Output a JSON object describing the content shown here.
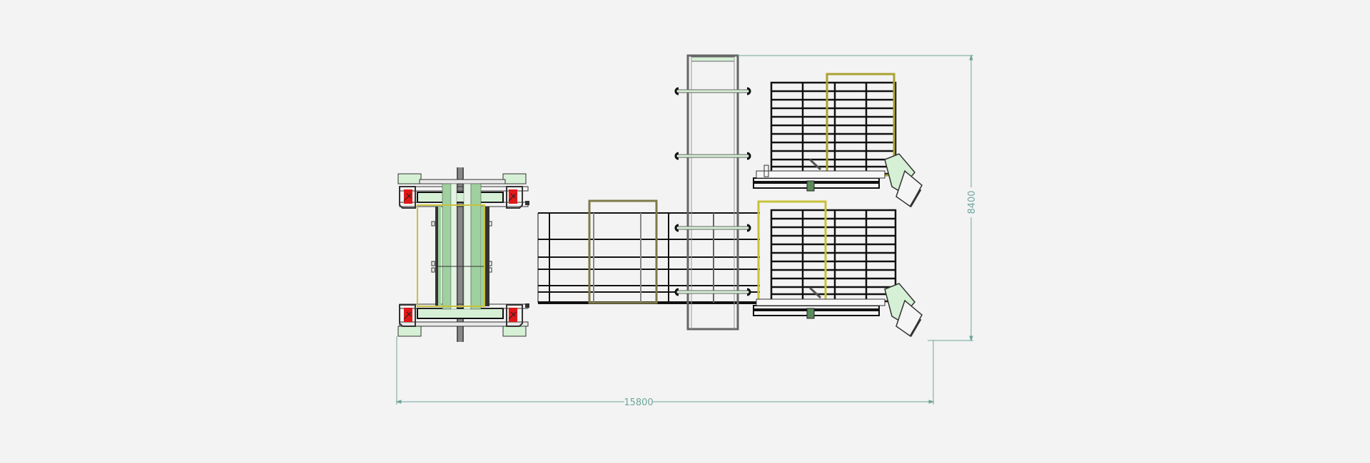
{
  "drawing": {
    "type": "plant layout top view",
    "colors": {
      "background": "#f3f3f3",
      "line": "#1a1a1a",
      "frame_gray": "#7a7a7a",
      "light_green": "#d6f0d6",
      "mid_green": "#9fd09f",
      "yellow_outline": "#c8c23a",
      "olive_outline": "#7d7a4a",
      "red_motor": "#e01818",
      "dimension": "#6fa59a"
    },
    "dimensions": {
      "overall_length": "15800",
      "overall_width": "8400"
    },
    "components": [
      {
        "id": "turntable-unit",
        "label": "Left rotating frame unit with 4 red drive corners"
      },
      {
        "id": "roller-conveyor",
        "label": "Middle roller conveyor"
      },
      {
        "id": "walkway-ladder",
        "label": "Vertical walkway / ladder"
      },
      {
        "id": "rack-upper",
        "label": "Upper storage rack with robot"
      },
      {
        "id": "rack-lower",
        "label": "Lower storage rack with robot"
      }
    ]
  }
}
